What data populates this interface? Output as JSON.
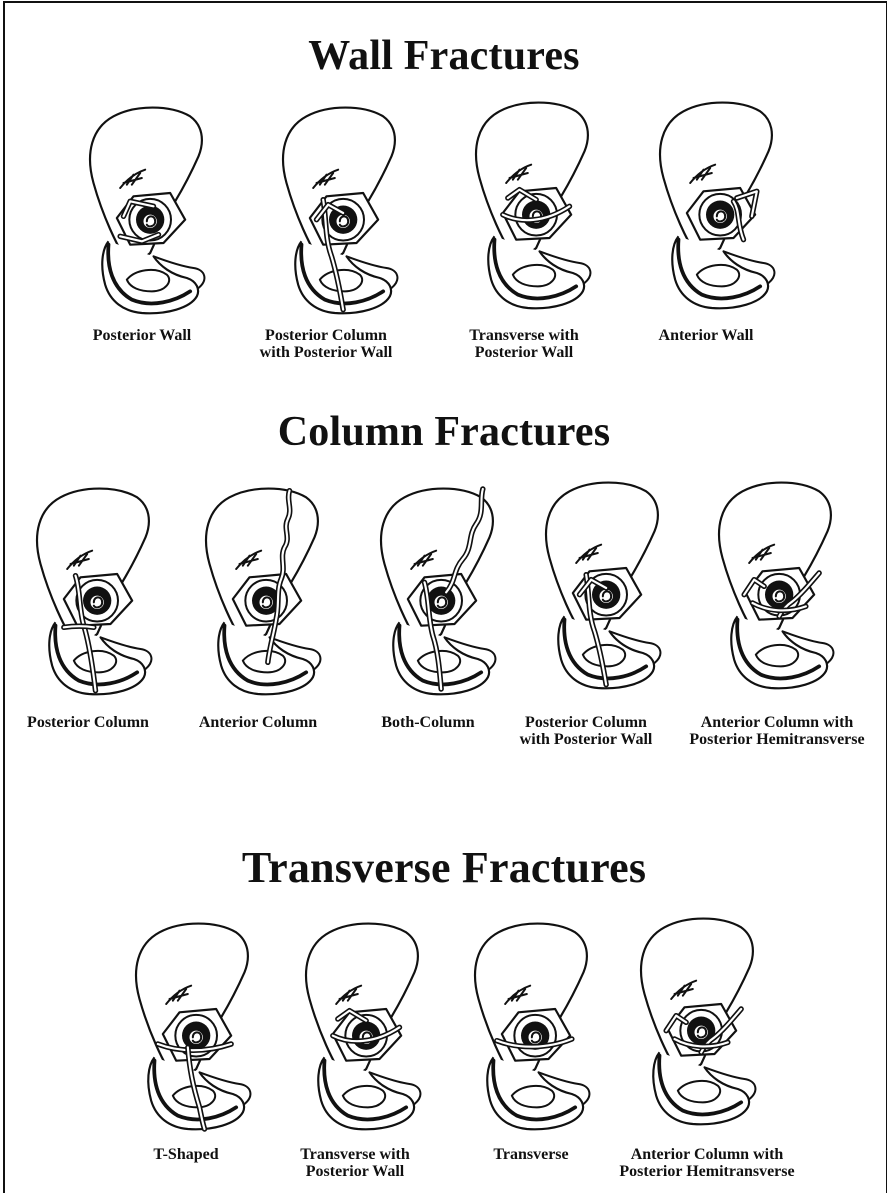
{
  "sections": [
    {
      "title": "Wall Fractures",
      "figures": [
        {
          "lines": [
            "Posterior Wall"
          ],
          "fracture": "posterior-wall"
        },
        {
          "lines": [
            "Posterior Column",
            "with Posterior Wall"
          ],
          "fracture": "posterior-column-posterior-wall"
        },
        {
          "lines": [
            "Transverse with",
            "Posterior Wall"
          ],
          "fracture": "transverse-posterior-wall"
        },
        {
          "lines": [
            "Anterior Wall"
          ],
          "fracture": "anterior-wall"
        }
      ]
    },
    {
      "title": "Column Fractures",
      "figures": [
        {
          "lines": [
            "Posterior Column"
          ],
          "fracture": "posterior-column"
        },
        {
          "lines": [
            "Anterior Column"
          ],
          "fracture": "anterior-column"
        },
        {
          "lines": [
            "Both-Column"
          ],
          "fracture": "both-column"
        },
        {
          "lines": [
            "Posterior Column",
            "with Posterior Wall"
          ],
          "fracture": "posterior-column-posterior-wall"
        },
        {
          "lines": [
            "Anterior Column with",
            "Posterior Hemitransverse"
          ],
          "fracture": "anterior-column-posterior-hemitransverse"
        }
      ]
    },
    {
      "title": "Transverse Fractures",
      "figures": [
        {
          "lines": [
            "T-Shaped"
          ],
          "fracture": "t-shaped"
        },
        {
          "lines": [
            "Transverse with",
            "Posterior Wall"
          ],
          "fracture": "transverse-posterior-wall"
        },
        {
          "lines": [
            "Transverse"
          ],
          "fracture": "transverse"
        },
        {
          "lines": [
            "Anterior Column with",
            "Posterior Hemitransverse"
          ],
          "fracture": "anterior-column-posterior-hemitransverse"
        }
      ]
    }
  ],
  "colors": {
    "ink": "#111111",
    "paper": "#ffffff"
  }
}
